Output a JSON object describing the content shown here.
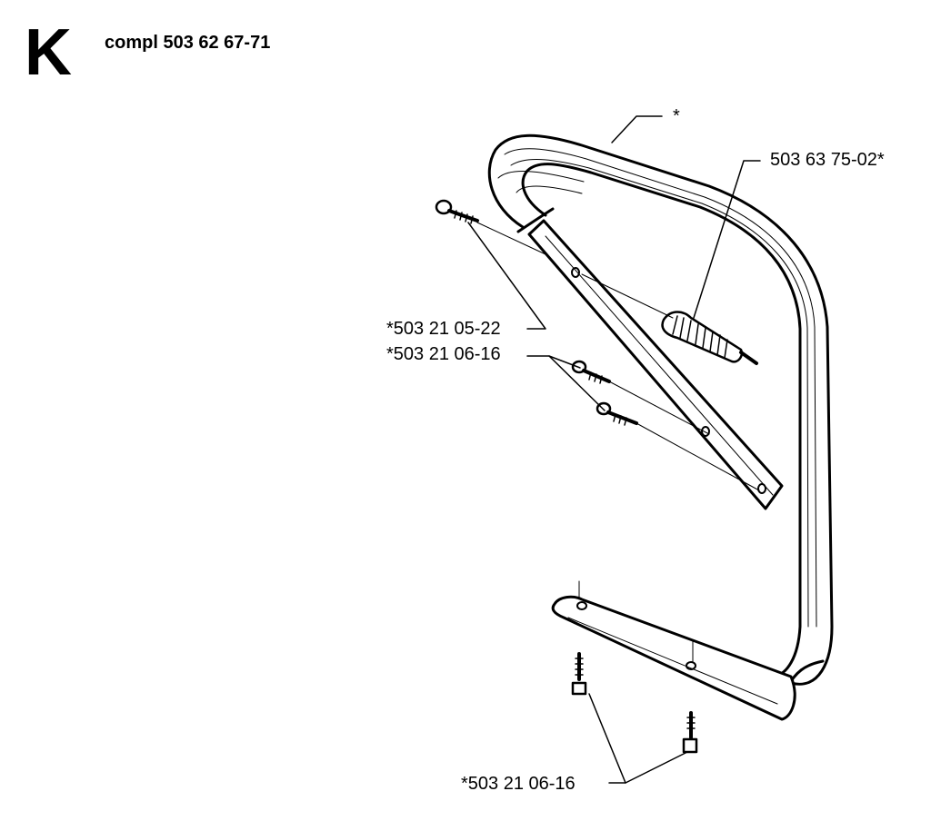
{
  "header": {
    "section_letter": "K",
    "assembly": "compl 503 62 67-71"
  },
  "callouts": {
    "handle": "*",
    "buffer": "503 63 75-02*",
    "screw_long": "*503 21 05-22",
    "screw_short_upper": "*503 21 06-16",
    "screw_short_lower": "*503 21 06-16"
  }
}
